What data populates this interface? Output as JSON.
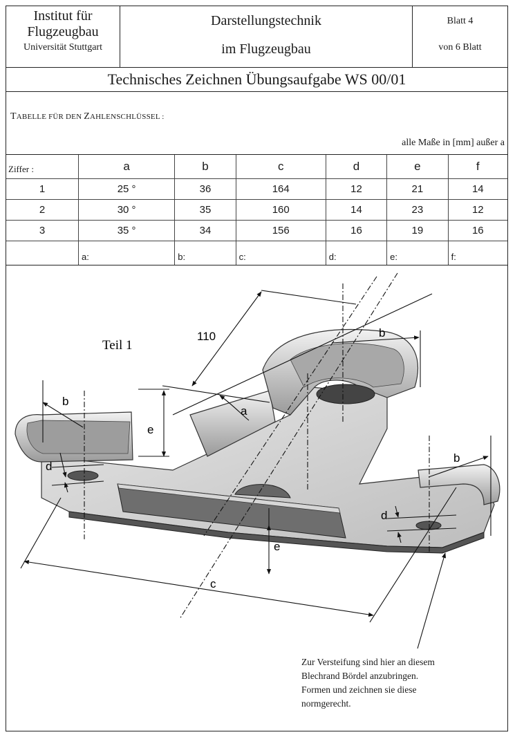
{
  "header": {
    "institute_line1": "Institut für",
    "institute_line2": "Flugzeugbau",
    "university": "Universität Stuttgart",
    "subject_line1": "Darstellungstechnik",
    "subject_line2": "im Flugzeugbau",
    "sheet_line1": "Blatt 4",
    "sheet_line2": "von 6 Blatt"
  },
  "title": "Technisches Zeichnen Übungsaufgabe WS 00/01",
  "table_section": {
    "heading_prefix_big": "T",
    "heading_rest_small": "ABELLE FÜR DEN ",
    "heading_z_big": "Z",
    "heading_end_small": "AHLENSCHLÜSSEL :",
    "units_note": "alle Maße in [mm] außer a"
  },
  "table": {
    "row_header_label": "Ziffer :",
    "columns": [
      "a",
      "b",
      "c",
      "d",
      "e",
      "f"
    ],
    "rows": [
      {
        "digit": "1",
        "values": [
          "25 °",
          "36",
          "164",
          "12",
          "21",
          "14"
        ]
      },
      {
        "digit": "2",
        "values": [
          "30 °",
          "35",
          "160",
          "14",
          "23",
          "12"
        ]
      },
      {
        "digit": "3",
        "values": [
          "35 °",
          "34",
          "156",
          "16",
          "19",
          "16"
        ]
      }
    ],
    "fill_labels": [
      "a:",
      "b:",
      "c:",
      "d:",
      "e:",
      "f:"
    ]
  },
  "drawing": {
    "part_label": "Teil 1",
    "dim_110": "110",
    "dim_a": "a",
    "dim_b": "b",
    "dim_c": "c",
    "dim_d": "d",
    "dim_e": "e"
  },
  "note": {
    "line1": "Zur Versteifung sind hier an diesem",
    "line2": "Blechrand Bördel anzubringen.",
    "line3": "Formen und zeichnen sie diese",
    "line4": "normgerecht."
  }
}
